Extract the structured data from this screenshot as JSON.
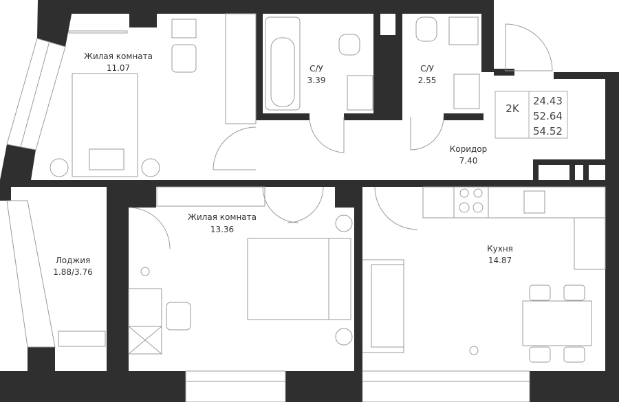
{
  "plan": {
    "rooms": [
      {
        "name": "Жилая комната",
        "area": "11.07"
      },
      {
        "name": "С/У",
        "area": "3.39"
      },
      {
        "name": "С/У",
        "area": "2.55"
      },
      {
        "name": "Коридор",
        "area": "7.40"
      },
      {
        "name": "Жилая комната",
        "area": "13.36"
      },
      {
        "name": "Лоджия",
        "area": "1.88/3.76"
      },
      {
        "name": "Кухня",
        "area": "14.87"
      }
    ],
    "info_box": {
      "type": "2K",
      "living_area": "24.43",
      "total_area": "52.64",
      "area_with_loggia": "54.52"
    }
  }
}
